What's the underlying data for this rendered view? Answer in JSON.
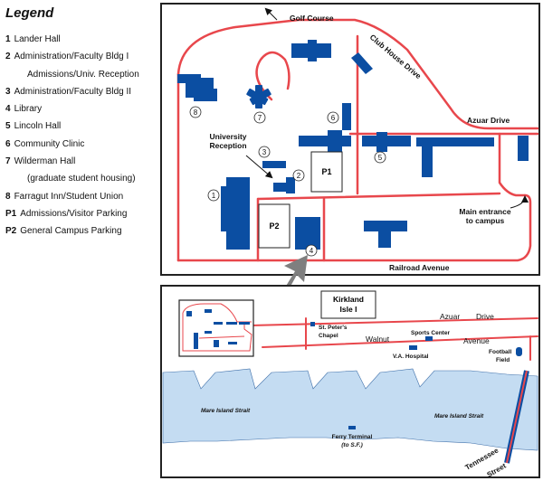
{
  "legend": {
    "title": "Legend",
    "items": [
      {
        "key": "1",
        "label": "Lander Hall",
        "sub": ""
      },
      {
        "key": "2",
        "label": "Administration/Faculty Bldg I",
        "sub": "Admissions/Univ. Reception"
      },
      {
        "key": "3",
        "label": "Administration/Faculty Bldg II",
        "sub": ""
      },
      {
        "key": "4",
        "label": "Library",
        "sub": ""
      },
      {
        "key": "5",
        "label": "Lincoln Hall",
        "sub": ""
      },
      {
        "key": "6",
        "label": "Community Clinic",
        "sub": ""
      },
      {
        "key": "7",
        "label": "Wilderman Hall",
        "sub": "(graduate student housing)"
      },
      {
        "key": "8",
        "label": "Farragut Inn/Student Union",
        "sub": ""
      },
      {
        "key": "P1",
        "label": "Admissions/Visitor Parking",
        "sub": ""
      },
      {
        "key": "P2",
        "label": "General Campus Parking",
        "sub": ""
      }
    ]
  },
  "campus_map": {
    "streets": {
      "golf_course": "Golf Course",
      "club_house_drive": "Club House Drive",
      "azuar_drive": "Azuar Drive",
      "railroad_avenue": "Railroad Avenue"
    },
    "labels": {
      "university_reception_1": "University",
      "university_reception_2": "Reception",
      "main_entrance_1": "Main entrance",
      "main_entrance_2": "to campus"
    },
    "building_numbers": [
      "1",
      "2",
      "3",
      "4",
      "5",
      "6",
      "7",
      "8"
    ],
    "parking": {
      "p1": "P1",
      "p2": "P2"
    }
  },
  "area_map": {
    "kirkland_1": "Kirkland",
    "kirkland_2": "Isle I",
    "azuar": "Azuar",
    "drive": "Drive",
    "walnut": "Walnut",
    "avenue": "Avenue",
    "st_peters_1": "St. Peter's",
    "st_peters_2": "Chapel",
    "sports_center": "Sports Center",
    "va_hospital": "V.A. Hospital",
    "football_1": "Football",
    "football_2": "Field",
    "strait_left": "Mare Island Strait",
    "strait_right": "Mare Island Strait",
    "ferry_1": "Ferry Terminal",
    "ferry_2": "(to S.F.)",
    "tennessee": "Tennessee",
    "street": "Street"
  },
  "colors": {
    "road": "#e8474c",
    "building": "#0b4ea2",
    "water": "#c4dcf2",
    "frame": "#222222",
    "arrow": "#7f7f7f"
  }
}
